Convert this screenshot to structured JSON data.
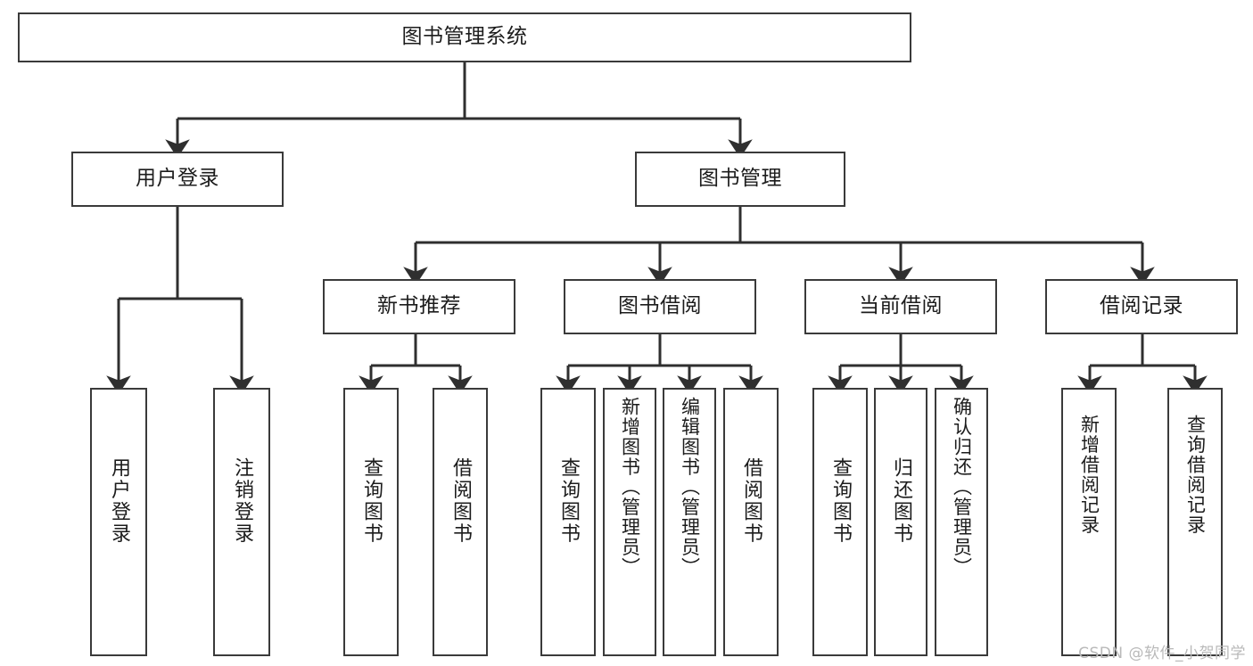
{
  "diagram": {
    "type": "tree-hierarchy",
    "title": "图书管理系统",
    "watermark": "CSDN @软件_小贺同学",
    "colors": {
      "node_border": "#3a3a3a",
      "node_fill": "#ffffff",
      "edge": "#2f2f2f",
      "text": "#1c1c1c",
      "watermark": "#b9b9b9",
      "background": "#ffffff"
    },
    "levels": [
      {
        "level": 1,
        "nodes": [
          {
            "id": "root",
            "label": "图书管理系统",
            "orientation": "horizontal"
          }
        ]
      },
      {
        "level": 2,
        "nodes": [
          {
            "id": "user-login",
            "label": "用户登录",
            "orientation": "horizontal",
            "parent": "root"
          },
          {
            "id": "book-manage",
            "label": "图书管理",
            "orientation": "horizontal",
            "parent": "root"
          }
        ]
      },
      {
        "level": 3,
        "nodes": [
          {
            "id": "new-book-rec",
            "label": "新书推荐",
            "orientation": "horizontal",
            "parent": "book-manage"
          },
          {
            "id": "book-borrow",
            "label": "图书借阅",
            "orientation": "horizontal",
            "parent": "book-manage"
          },
          {
            "id": "current-borrow",
            "label": "当前借阅",
            "orientation": "horizontal",
            "parent": "book-manage"
          },
          {
            "id": "borrow-record",
            "label": "借阅记录",
            "orientation": "horizontal",
            "parent": "book-manage"
          }
        ]
      },
      {
        "level": 4,
        "nodes": [
          {
            "id": "leaf-user-login",
            "label": "用户登录",
            "orientation": "vertical",
            "parent": "user-login"
          },
          {
            "id": "leaf-logout",
            "label": "注销登录",
            "orientation": "vertical",
            "parent": "user-login"
          },
          {
            "id": "leaf-query-book-1",
            "label": "查询图书",
            "orientation": "vertical",
            "parent": "new-book-rec"
          },
          {
            "id": "leaf-borrow-book-1",
            "label": "借阅图书",
            "orientation": "vertical",
            "parent": "new-book-rec"
          },
          {
            "id": "leaf-query-book-2",
            "label": "查询图书",
            "orientation": "vertical",
            "parent": "book-borrow"
          },
          {
            "id": "leaf-add-book",
            "label": "新增图书（管理员）",
            "orientation": "vertical",
            "parent": "book-borrow"
          },
          {
            "id": "leaf-edit-book",
            "label": "编辑图书（管理员）",
            "orientation": "vertical",
            "parent": "book-borrow"
          },
          {
            "id": "leaf-borrow-book-2",
            "label": "借阅图书",
            "orientation": "vertical",
            "parent": "book-borrow"
          },
          {
            "id": "leaf-query-book-3",
            "label": "查询图书",
            "orientation": "vertical",
            "parent": "current-borrow"
          },
          {
            "id": "leaf-return-book",
            "label": "归还图书",
            "orientation": "vertical",
            "parent": "current-borrow"
          },
          {
            "id": "leaf-confirm-return",
            "label": "确认归还（管理员）",
            "orientation": "vertical",
            "parent": "current-borrow"
          },
          {
            "id": "leaf-add-record",
            "label": "新增借阅记录",
            "orientation": "vertical",
            "parent": "borrow-record"
          },
          {
            "id": "leaf-query-record",
            "label": "查询借阅记录",
            "orientation": "vertical",
            "parent": "borrow-record"
          }
        ]
      }
    ]
  }
}
